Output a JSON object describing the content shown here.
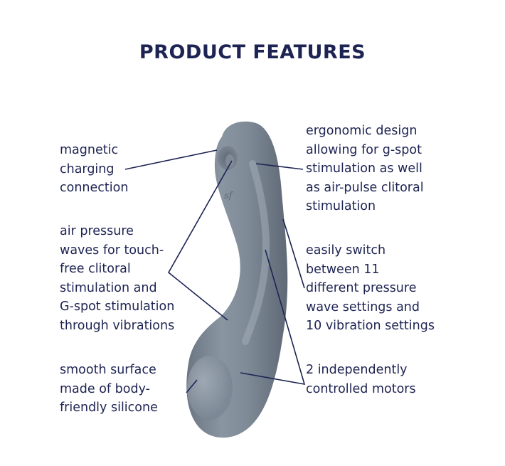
{
  "title": "PRODUCT FEATURES",
  "colors": {
    "text": "#1d2352",
    "product_body": "#7d8896",
    "product_highlight": "#a6b0bb",
    "product_shadow": "#5e6875",
    "background": "#ffffff"
  },
  "product": {
    "logo_mark": "sf",
    "icon": "product-illustration"
  },
  "callouts": [
    {
      "id": "magnetic-charging",
      "side": "left",
      "text": "magnetic\ncharging\nconnection"
    },
    {
      "id": "air-pressure",
      "side": "left",
      "text": "air pressure\nwaves for touch-\nfree clitoral\nstimulation and\nG-spot stimulation\nthrough vibrations"
    },
    {
      "id": "smooth-surface",
      "side": "left",
      "text": "smooth surface\nmade of body-\nfriendly silicone"
    },
    {
      "id": "ergonomic-design",
      "side": "right",
      "text": "ergonomic design\nallowing for g-spot\nstimulation as well\nas air-pulse clitoral\nstimulation"
    },
    {
      "id": "switch-settings",
      "side": "right",
      "text": "easily switch\nbetween 11\ndifferent pressure\nwave settings and\n10 vibration settings"
    },
    {
      "id": "motors",
      "side": "right",
      "text": "2 independently\ncontrolled motors"
    }
  ]
}
